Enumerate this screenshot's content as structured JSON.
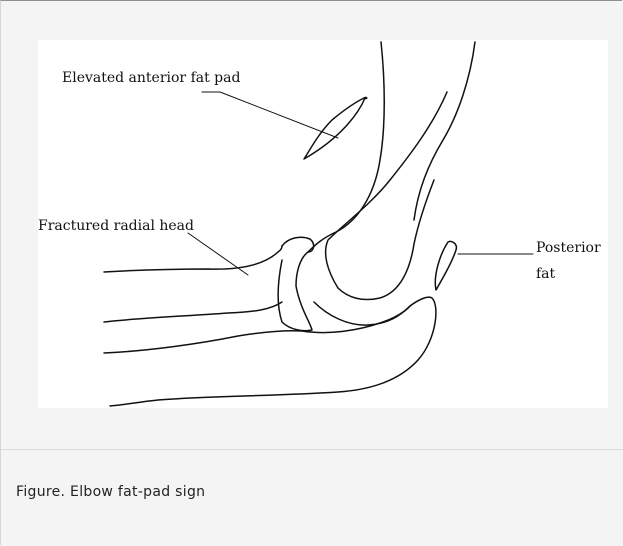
{
  "figure": {
    "labels": {
      "anterior_fat_pad": "Elevated anterior fat pad",
      "radial_head": "Fractured radial head",
      "posterior_line1": "Posterior",
      "posterior_line2": "fat"
    }
  },
  "caption": {
    "text": "Figure. Elbow fat-pad sign"
  },
  "colors": {
    "background": "#f4f4f4",
    "figure_background": "#ffffff",
    "line": "#111111"
  }
}
